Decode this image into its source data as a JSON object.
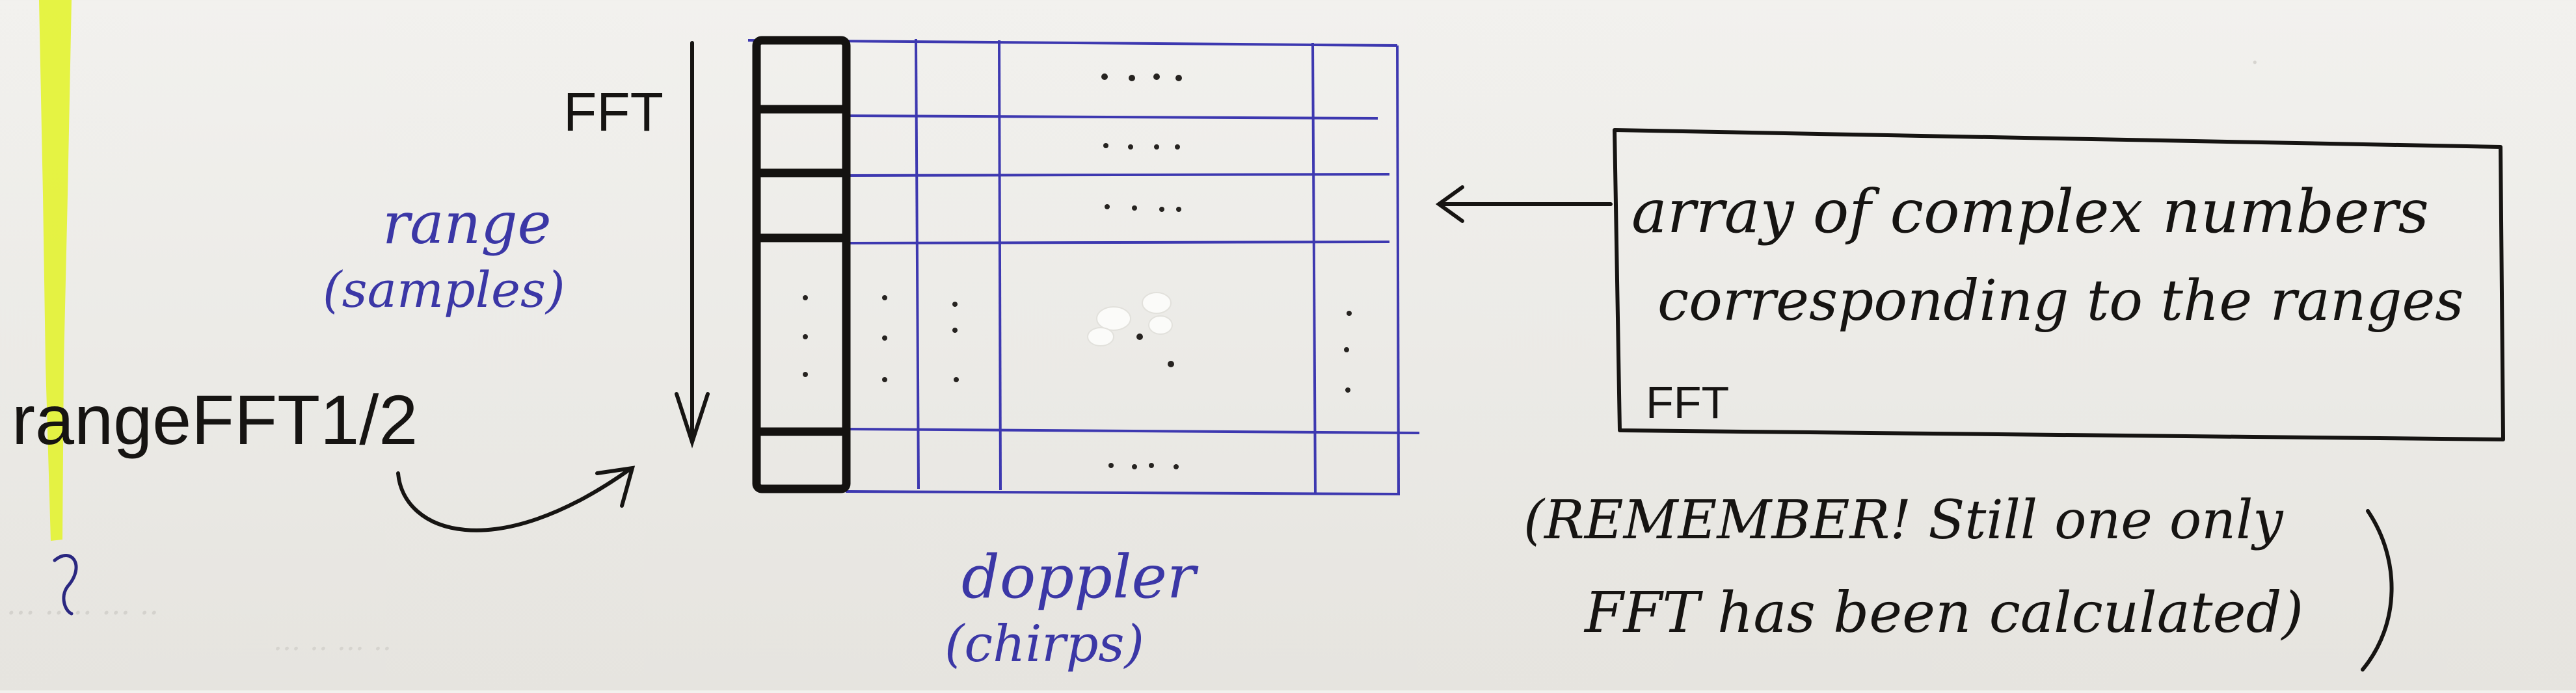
{
  "labels": {
    "fft_axis": "FFT",
    "range_title": "range",
    "range_sub": "(samples)",
    "range_fft": "rangeFFT1/2",
    "question": "?",
    "doppler_title": "doppler",
    "doppler_sub": "(chirps)"
  },
  "note_box": {
    "line1": "array of complex numbers",
    "line2": "corresponding to the ranges",
    "line3": "FFT"
  },
  "reminder": {
    "line1": "(REMEMBER! Still one only",
    "line2": "FFT has been calculated)"
  },
  "colors": {
    "ink": "#161412",
    "blue_ink": "#3b37a6",
    "highlighter": "#e4f23a",
    "paper": "#efeeea"
  }
}
